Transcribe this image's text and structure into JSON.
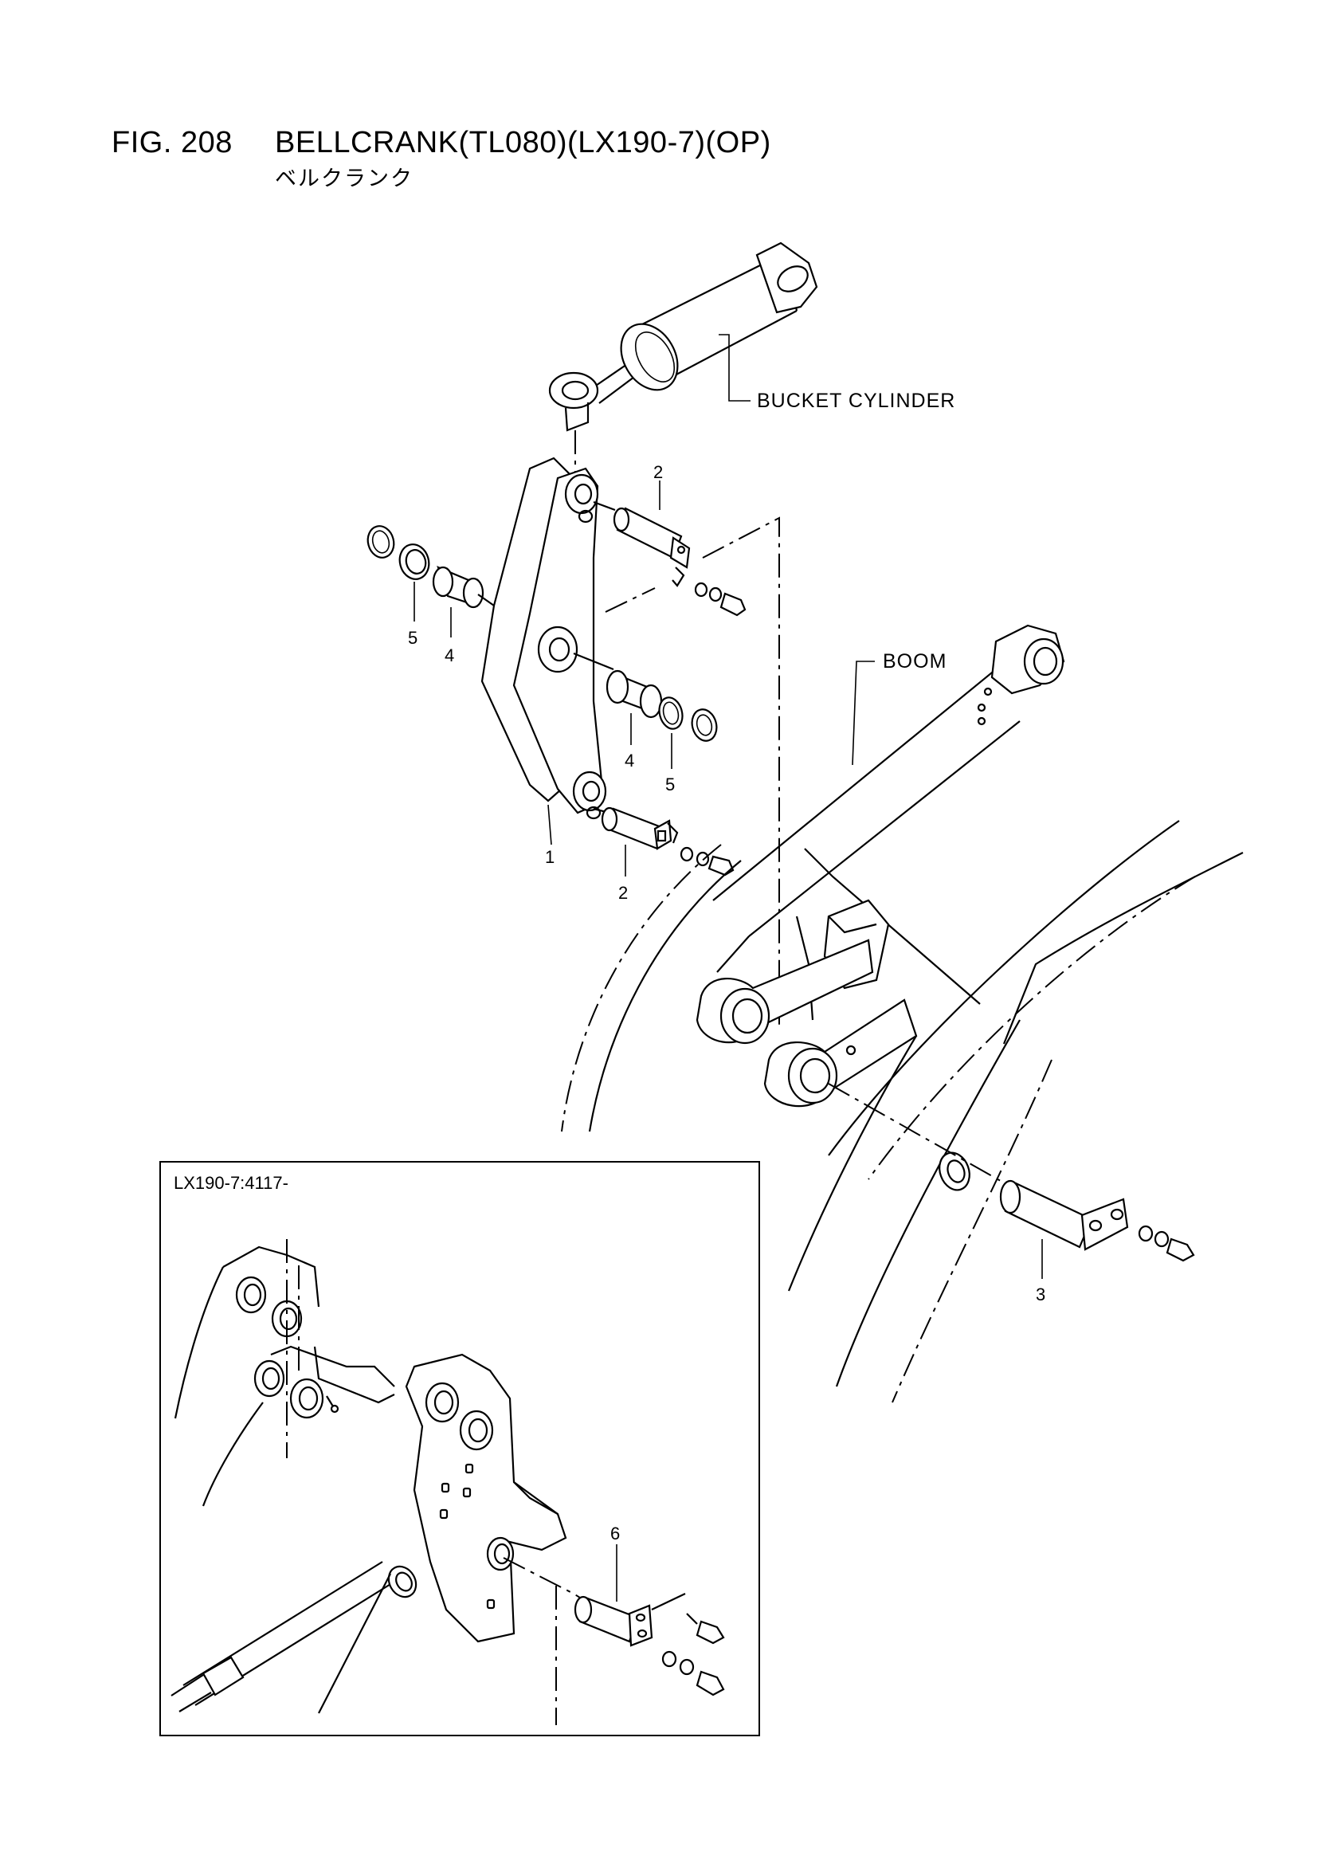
{
  "figure": {
    "number": "FIG. 208",
    "title": "BELLCRANK(TL080)(LX190-7)(OP)",
    "subtitle": "ベルクランク"
  },
  "names": {
    "bucket_cylinder": "BUCKET CYLINDER",
    "boom": "BOOM"
  },
  "inset": {
    "label": "LX190-7:4117-"
  },
  "callouts": {
    "c1": "1",
    "c2_top": "2",
    "c2_bottom": "2",
    "c3": "3",
    "c4_left": "4",
    "c4_right": "4",
    "c5_left": "5",
    "c5_right": "5",
    "c6": "6"
  }
}
